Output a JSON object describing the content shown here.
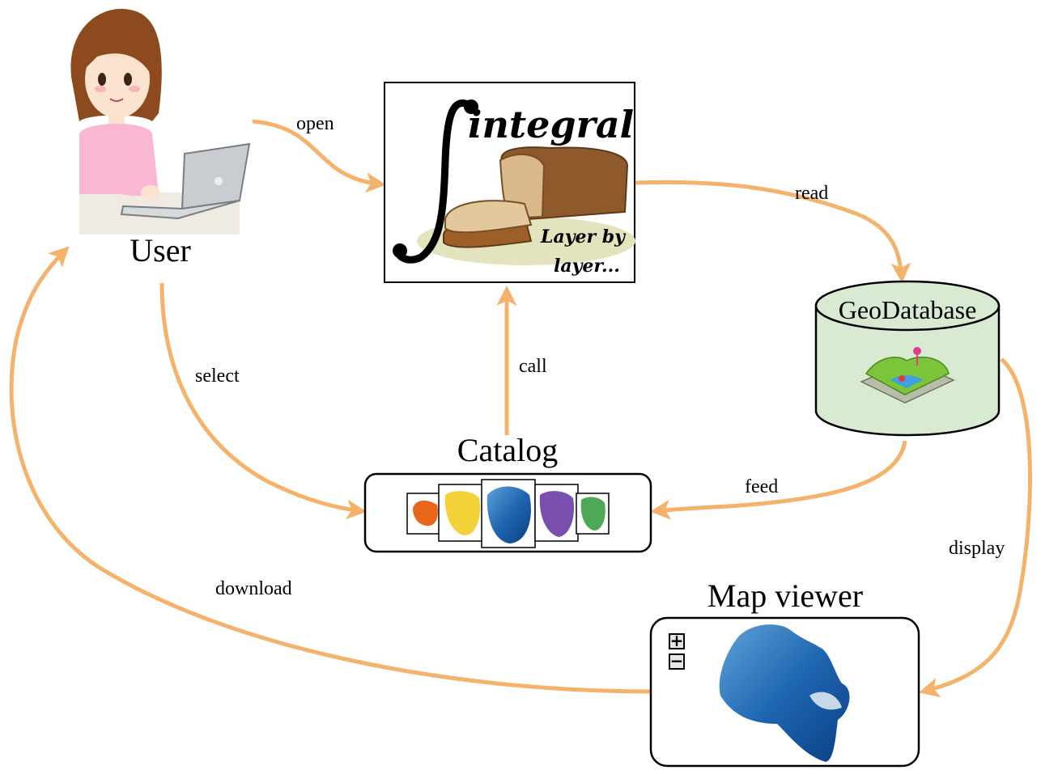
{
  "nodes": {
    "user": {
      "label": "User"
    },
    "logo": {
      "title": "integral",
      "tagline_1": "Layer by",
      "tagline_2": "layer..."
    },
    "database": {
      "label": "GeoDatabase"
    },
    "catalog": {
      "label": "Catalog"
    },
    "map_viewer": {
      "label": "Map viewer",
      "zoom_in": "+",
      "zoom_out": "−"
    }
  },
  "edges": {
    "open": "open",
    "read": "read",
    "select": "select",
    "call": "call",
    "feed": "feed",
    "display": "display",
    "download": "download"
  },
  "colors": {
    "arrow": "#F5B26B",
    "database_fill": "#D9EAD3",
    "map_blue": "#1A5FA8",
    "thumb_orange": "#E8651A",
    "thumb_yellow": "#F3D23A",
    "thumb_purple": "#7A4FB0",
    "thumb_green": "#4FA857"
  }
}
